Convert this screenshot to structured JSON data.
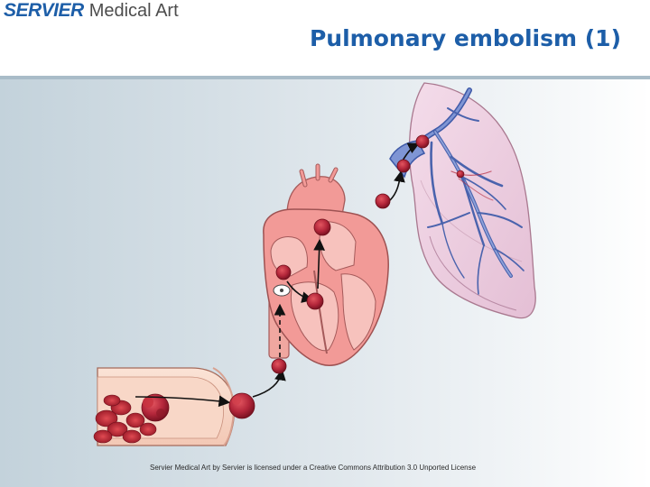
{
  "logo": {
    "brand": "SERVIER",
    "sub": "Medical Art"
  },
  "slide": {
    "title": "Pulmonary embolism (1)"
  },
  "footer": {
    "license": "Servier Medical Art by Servier is licensed under a Creative Commons Attribution 3.0 Unported License"
  },
  "colors": {
    "title": "#1d5ea8",
    "clot": "#b3263a",
    "heart": "#f29a97",
    "lung": "#eccfe0",
    "vessel": "#5a72b8"
  }
}
